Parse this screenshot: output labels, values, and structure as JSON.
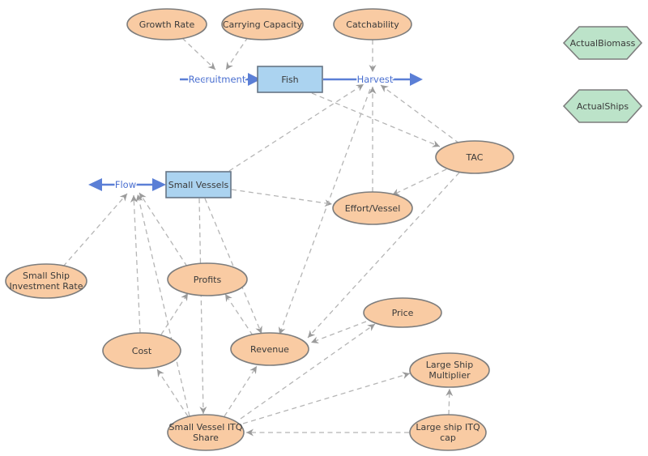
{
  "diagram": {
    "type": "stock-and-flow-model",
    "colors": {
      "variable_fill": "#f9cba3",
      "stock_fill": "#abd3f0",
      "data_fill": "#bce3c9",
      "shape_stroke": "#7d7d7d",
      "flow_blue": "#5b7fd6",
      "flow_label_blue": "#4a6fd0",
      "connector_gray": "#b5b5b5",
      "background": "#ffffff"
    },
    "nodes": {
      "growth_rate": {
        "label": "Growth Rate",
        "type": "variable"
      },
      "carrying_capacity": {
        "label": "Carrying Capacity",
        "type": "variable"
      },
      "catchability": {
        "label": "Catchability",
        "type": "variable"
      },
      "fish": {
        "label": "Fish",
        "type": "stock"
      },
      "small_vessels": {
        "label": "Small Vessels",
        "type": "stock"
      },
      "tac": {
        "label": "TAC",
        "type": "variable"
      },
      "effort_vessel": {
        "label": "Effort/Vessel",
        "type": "variable"
      },
      "small_ship_investment_rate": {
        "label": "Small Ship Investment Rate",
        "lines": [
          "Small Ship",
          "Investment Rate"
        ],
        "type": "variable"
      },
      "profits": {
        "label": "Profits",
        "type": "variable"
      },
      "cost": {
        "label": "Cost",
        "type": "variable"
      },
      "revenue": {
        "label": "Revenue",
        "type": "variable"
      },
      "price": {
        "label": "Price",
        "type": "variable"
      },
      "large_ship_multiplier": {
        "label": "Large Ship Multiplier",
        "lines": [
          "Large Ship",
          "Multiplier"
        ],
        "type": "variable"
      },
      "small_vessel_itq_share": {
        "label": "Small Vessel ITQ Share",
        "lines": [
          "Small Vessel ITQ",
          "Share"
        ],
        "type": "variable"
      },
      "large_ship_itq_cap": {
        "label": "Large ship ITQ cap",
        "lines": [
          "Large ship ITQ",
          "cap"
        ],
        "type": "variable"
      },
      "actual_biomass": {
        "label": "ActualBiomass",
        "type": "data"
      },
      "actual_ships": {
        "label": "ActualShips",
        "type": "data"
      }
    },
    "flows": {
      "recruitment": {
        "label": "Recruitment",
        "into": "fish"
      },
      "harvest": {
        "label": "Harvest",
        "out_of": "fish"
      },
      "small_vessel_flow": {
        "label": "Flow",
        "into": "small_vessels",
        "bidirectional": true
      }
    },
    "edges": [
      {
        "from": "growth_rate",
        "to": "recruitment"
      },
      {
        "from": "carrying_capacity",
        "to": "recruitment"
      },
      {
        "from": "catchability",
        "to": "harvest"
      },
      {
        "from": "fish",
        "to": "tac"
      },
      {
        "from": "effort_vessel",
        "to": "harvest"
      },
      {
        "from": "small_vessels",
        "to": "harvest"
      },
      {
        "from": "tac",
        "to": "harvest"
      },
      {
        "from": "tac",
        "to": "effort_vessel"
      },
      {
        "from": "small_vessels",
        "to": "effort_vessel"
      },
      {
        "from": "small_ship_investment_rate",
        "to": "small_vessel_flow"
      },
      {
        "from": "profits",
        "to": "small_vessel_flow"
      },
      {
        "from": "cost",
        "to": "small_vessel_flow"
      },
      {
        "from": "small_vessel_itq_share",
        "to": "small_vessel_flow"
      },
      {
        "from": "revenue",
        "to": "profits"
      },
      {
        "from": "cost",
        "to": "profits"
      },
      {
        "from": "price",
        "to": "revenue"
      },
      {
        "from": "harvest",
        "to": "revenue"
      },
      {
        "from": "small_vessels",
        "to": "revenue"
      },
      {
        "from": "small_vessel_itq_share",
        "to": "revenue"
      },
      {
        "from": "small_vessel_itq_share",
        "to": "cost"
      },
      {
        "from": "small_vessels",
        "to": "small_vessel_itq_share"
      },
      {
        "from": "large_ship_itq_cap",
        "to": "small_vessel_itq_share"
      },
      {
        "from": "large_ship_itq_cap",
        "to": "large_ship_multiplier"
      },
      {
        "from": "small_vessel_itq_share",
        "to": "large_ship_multiplier"
      },
      {
        "from": "small_vessel_itq_share",
        "to": "price"
      },
      {
        "from": "tac",
        "to": "revenue"
      }
    ]
  }
}
